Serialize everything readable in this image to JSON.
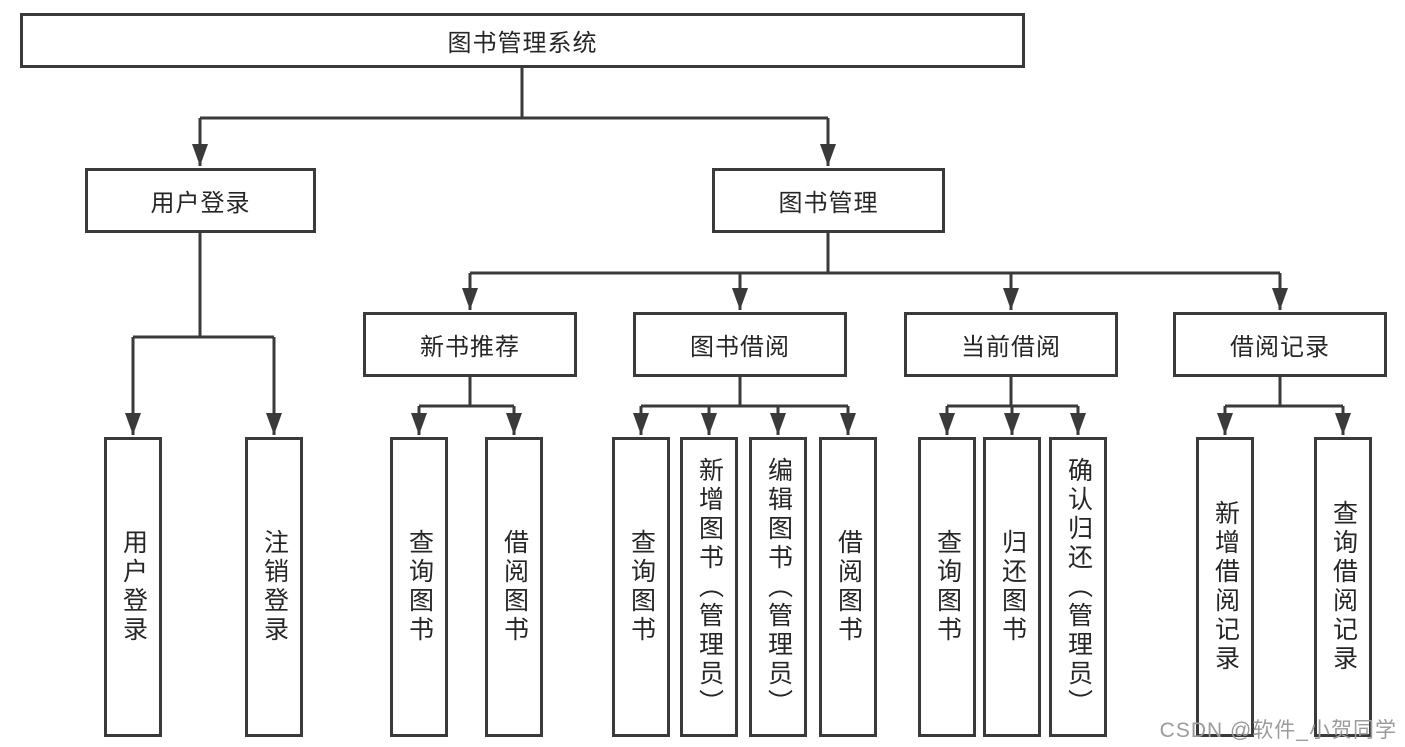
{
  "diagram": {
    "root": {
      "label": "图书管理系统"
    },
    "user_login": {
      "label": "用户登录",
      "children": [
        {
          "label": "用户登录"
        },
        {
          "label": "注销登录"
        }
      ]
    },
    "book_mgmt": {
      "label": "图书管理",
      "sections": [
        {
          "label": "新书推荐",
          "children": [
            {
              "label": "查询图书"
            },
            {
              "label": "借阅图书"
            }
          ]
        },
        {
          "label": "图书借阅",
          "children": [
            {
              "label": "查询图书"
            },
            {
              "label": "新增图书（管理员）"
            },
            {
              "label": "编辑图书（管理员）"
            },
            {
              "label": "借阅图书"
            }
          ]
        },
        {
          "label": "当前借阅",
          "children": [
            {
              "label": "查询图书"
            },
            {
              "label": "归还图书"
            },
            {
              "label": "确认归还（管理员）"
            }
          ]
        },
        {
          "label": "借阅记录",
          "children": [
            {
              "label": "新增借阅记录"
            },
            {
              "label": "查询借阅记录"
            }
          ]
        }
      ]
    }
  },
  "colors": {
    "line": "#3a3a3a",
    "text": "#262626",
    "watermark": "#9b9b9b"
  },
  "watermark": "CSDN @软件_小贺同学"
}
